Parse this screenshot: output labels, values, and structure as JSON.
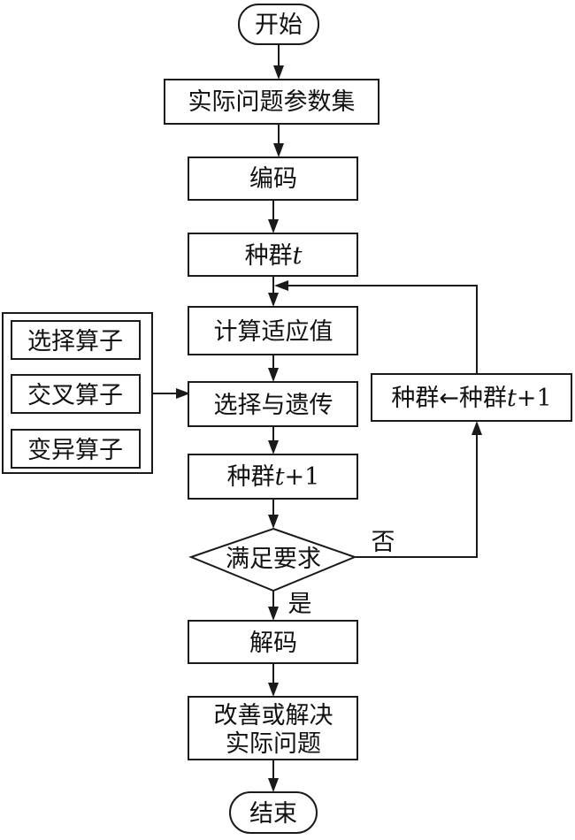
{
  "nodes": {
    "start": "开始",
    "params": "实际问题参数集",
    "encode": "编码",
    "population_label": "种群",
    "population_var": "t",
    "fitness": "计算适应值",
    "select_inherit": "选择与遗传",
    "next_pop_label": "种群",
    "next_pop_var": "t",
    "next_pop_suffix": "+1",
    "decision": "满足要求",
    "decode": "解码",
    "improve_line1": "改善或解决",
    "improve_line2": "实际问题",
    "end": "结束",
    "update_label": "种群←种群",
    "update_var": "t",
    "update_suffix": "+1"
  },
  "operators": [
    "选择算子",
    "交叉算子",
    "变异算子"
  ],
  "edge_labels": {
    "yes": "是",
    "no": "否"
  }
}
